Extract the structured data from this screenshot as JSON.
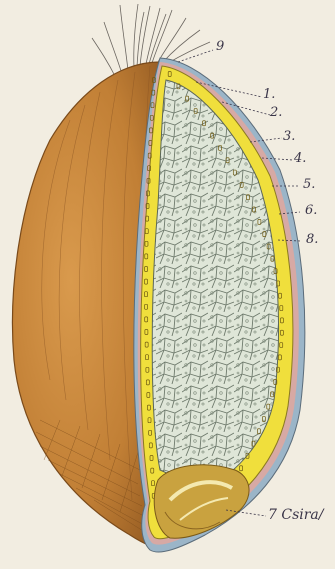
{
  "labels": [
    {
      "id": "l1",
      "text": "1."
    },
    {
      "id": "l2",
      "text": "2."
    },
    {
      "id": "l3",
      "text": "3."
    },
    {
      "id": "l4",
      "text": "4."
    },
    {
      "id": "l5",
      "text": "5."
    },
    {
      "id": "l6",
      "text": "6."
    },
    {
      "id": "l8",
      "text": "8."
    },
    {
      "id": "l9",
      "text": "9"
    },
    {
      "id": "l7",
      "text": "7 Csira/"
    }
  ],
  "colors": {
    "background": "#f2ede1",
    "husk": "#c98a3c",
    "husk_dark": "#9b5f22",
    "aleurone_yellow": "#f0df3c",
    "endosperm": "#dfe6d8",
    "seed_coat_blue": "#9bb5c8",
    "embryo": "#c9a23f",
    "ink": "#3a3548"
  }
}
